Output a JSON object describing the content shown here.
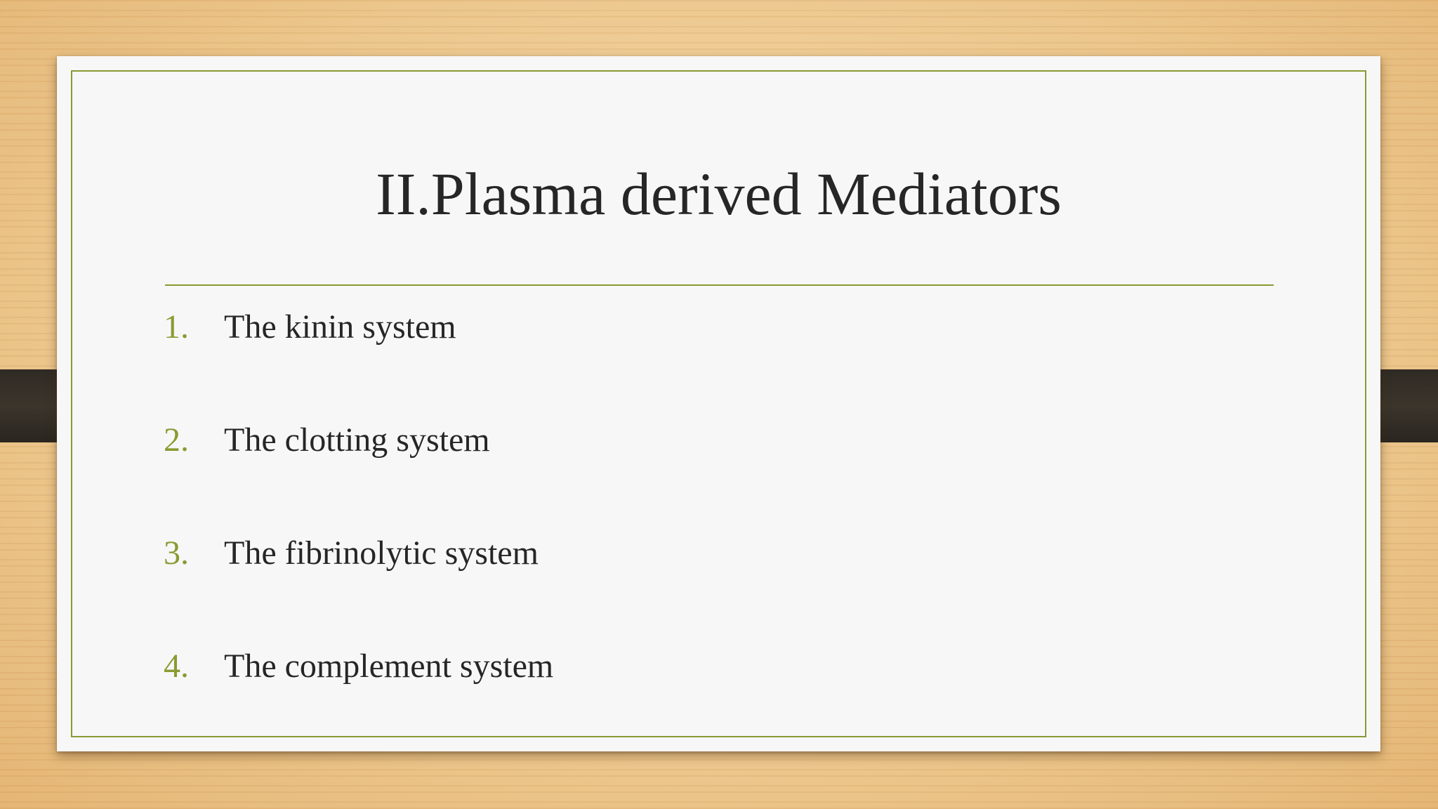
{
  "slide": {
    "title": "II.Plasma derived Mediators",
    "items": [
      {
        "number": "1.",
        "text": "The kinin system"
      },
      {
        "number": "2.",
        "text": "The clotting system"
      },
      {
        "number": "3.",
        "text": "The fibrinolytic system"
      },
      {
        "number": "4.",
        "text": "The complement system"
      }
    ]
  },
  "colors": {
    "accent": "#8a9a30",
    "text": "#262626",
    "slide_background": "#f7f7f8",
    "clip": "#2f2a23"
  }
}
